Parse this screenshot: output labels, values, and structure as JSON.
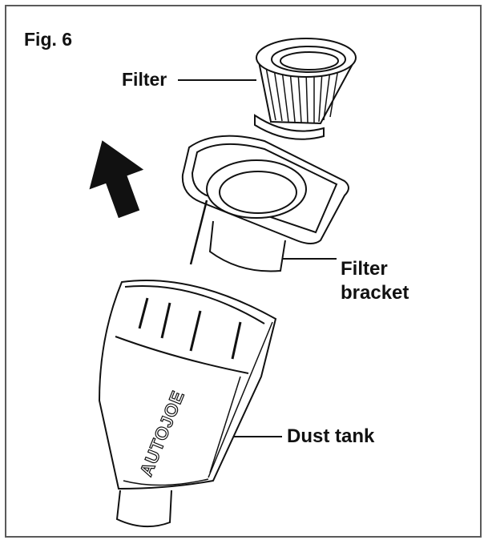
{
  "figure": {
    "title": "Fig. 6",
    "labels": {
      "filter": "Filter",
      "filter_bracket_line1": "Filter",
      "filter_bracket_line2": "bracket",
      "dust_tank": "Dust tank"
    },
    "brand_text": "AUTOJOE",
    "colors": {
      "line": "#111111",
      "frame": "#5a5a5a",
      "background": "#ffffff"
    }
  }
}
